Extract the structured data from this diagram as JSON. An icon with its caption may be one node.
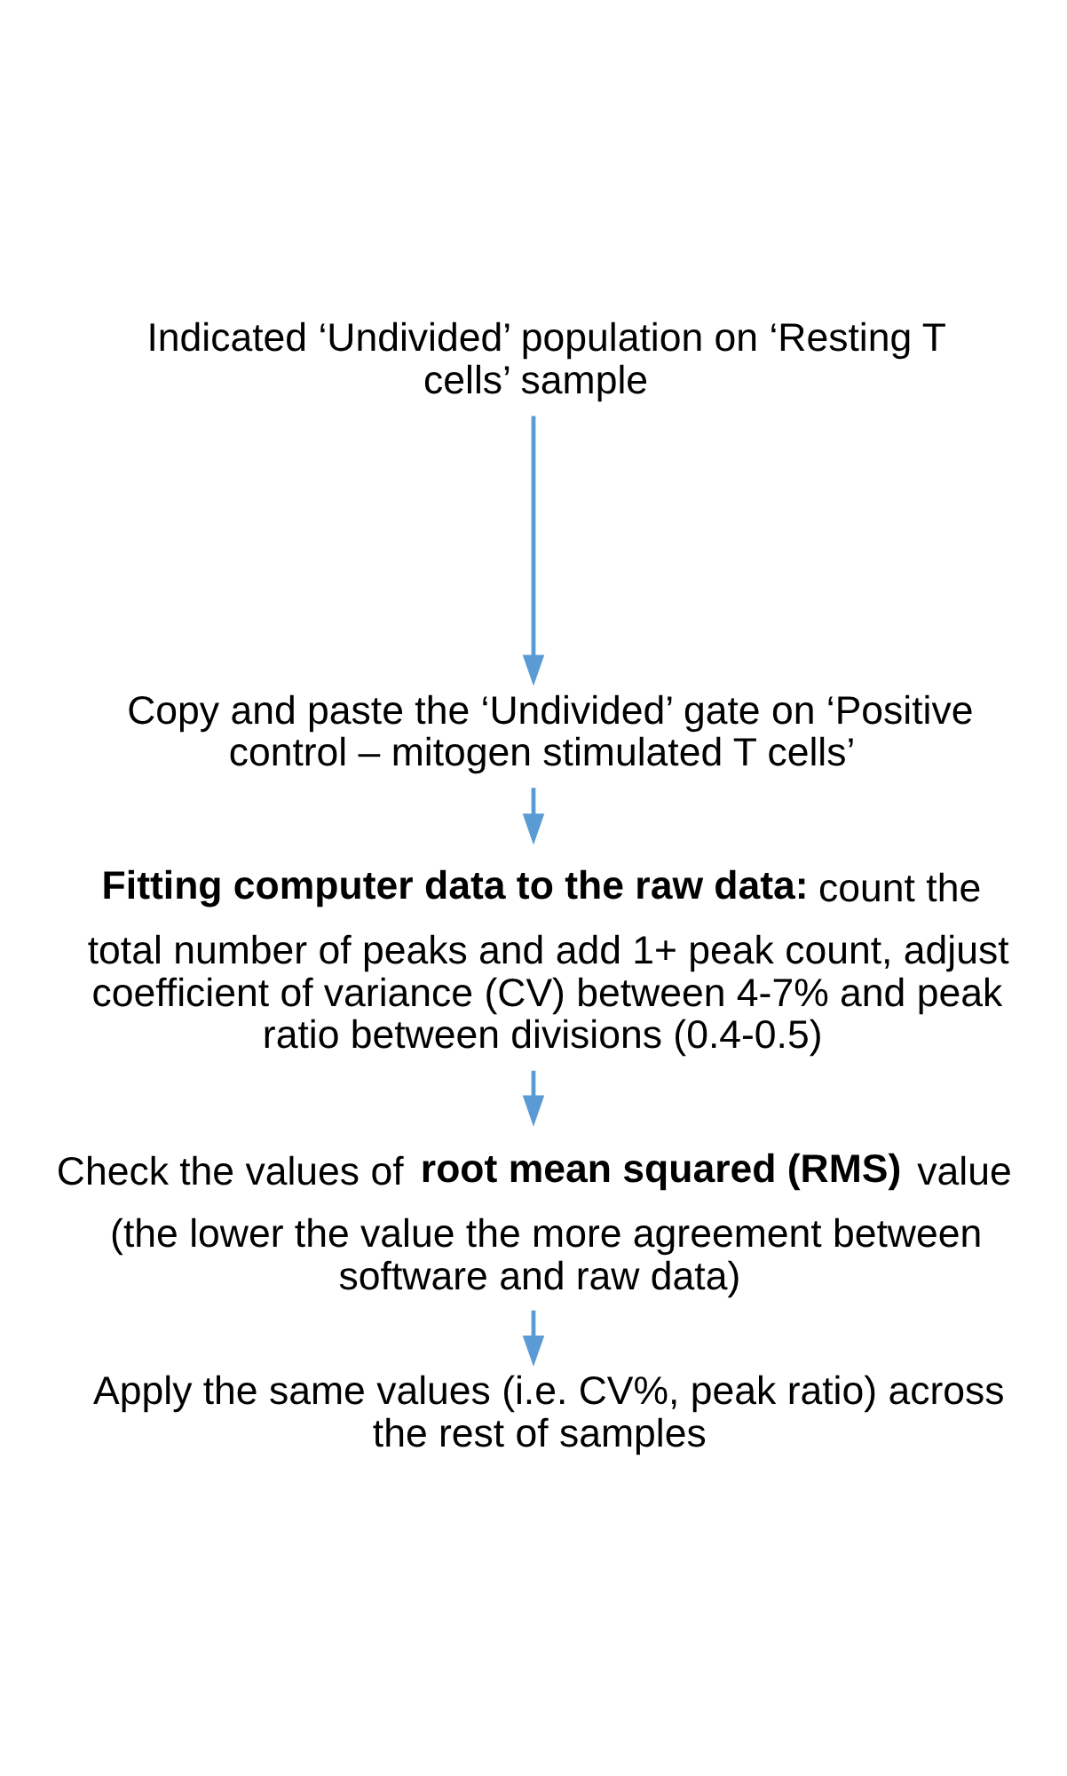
{
  "diagram": {
    "nodes": [
      {
        "text": [
          "Indicated ‘Undivided’ population on ‘Resting T cells’ sample"
        ]
      },
      {
        "text": [
          "Copy and paste the ‘Undivided’ gate on ‘Positive control – mitogen stimulated T cells’"
        ]
      },
      {
        "text": [
          "**Fitting computer data to the raw data:** count the total number of peaks and add 1+ peak count, adjust coefficient of variance (CV) between 4-7% and peak ratio between divisions (0.4-0.5)"
        ]
      },
      {
        "text": [
          "Check the values of **root mean squared (RMS)** value (the lower the value the more agreement between software and raw data)"
        ]
      },
      {
        "text": [
          "Apply the same values (i.e. CV%, peak ratio) across the rest of samples"
        ]
      }
    ],
    "edges": [
      {
        "from": 0,
        "to": 1,
        "arrow": "to"
      },
      {
        "from": 1,
        "to": 2,
        "arrow": "to"
      },
      {
        "from": 2,
        "to": 3,
        "arrow": "to"
      },
      {
        "from": 3,
        "to": 4,
        "arrow": "to"
      }
    ]
  }
}
